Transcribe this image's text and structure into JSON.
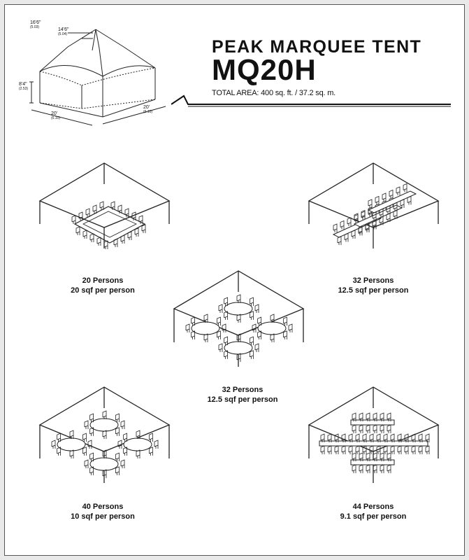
{
  "header": {
    "title": "PEAK MARQUEE  TENT",
    "model": "MQ20H",
    "total_area": "TOTAL AREA: 400 sq. ft. / 37.2 sq. m."
  },
  "hero": {
    "dim_peak": "16'6\"",
    "dim_peak_metric": "(5.03)",
    "dim_eave": "14'6\"",
    "dim_eave_metric": "(5.04)",
    "dim_height": "8'4\"",
    "dim_height_metric": "(2.53)",
    "dim_width": "20'",
    "dim_width_metric": "(6.10)",
    "dim_depth": "20'",
    "dim_depth_metric": "(6.10)"
  },
  "layouts": [
    {
      "persons": "20 Persons",
      "sqf": "20 sqf per person",
      "style": "u-square"
    },
    {
      "persons": "32 Persons",
      "sqf": "12.5 sqf per person",
      "style": "banquet-rows"
    },
    {
      "persons": "32 Persons",
      "sqf": "12.5 sqf per person",
      "style": "rounds-4"
    },
    {
      "persons": "40 Persons",
      "sqf": "10 sqf per person",
      "style": "rounds-4"
    },
    {
      "persons": "44 Persons",
      "sqf": "9.1 sqf per person",
      "style": "banquet-cross"
    }
  ]
}
